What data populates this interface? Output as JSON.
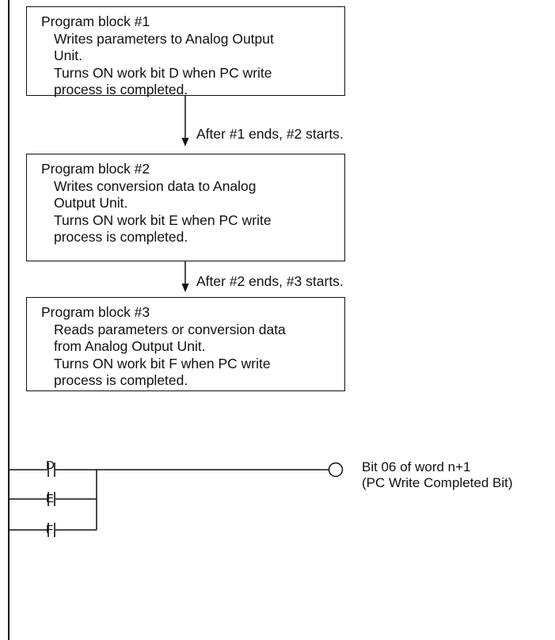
{
  "blocks": [
    {
      "title": "Program block #1",
      "lines": [
        "Writes parameters to Analog Output",
        "Unit.",
        "Turns ON work bit D when PC write",
        "process is completed."
      ]
    },
    {
      "title": "Program block #2",
      "lines": [
        "Writes conversion data to Analog",
        "Output Unit.",
        "Turns ON work bit E when PC write",
        "process is completed."
      ]
    },
    {
      "title": "Program block #3",
      "lines": [
        "Reads parameters or conversion data",
        "from Analog Output Unit.",
        "Turns ON work bit F when PC write",
        "process is completed."
      ]
    }
  ],
  "transitions": [
    "After #1 ends, #2 starts.",
    "After #2 ends, #3 starts."
  ],
  "ladder": {
    "contacts": [
      "D",
      "E",
      "F"
    ],
    "coil": {
      "line1": "Bit 06 of word n+1",
      "line2": "(PC Write Completed Bit)"
    }
  }
}
